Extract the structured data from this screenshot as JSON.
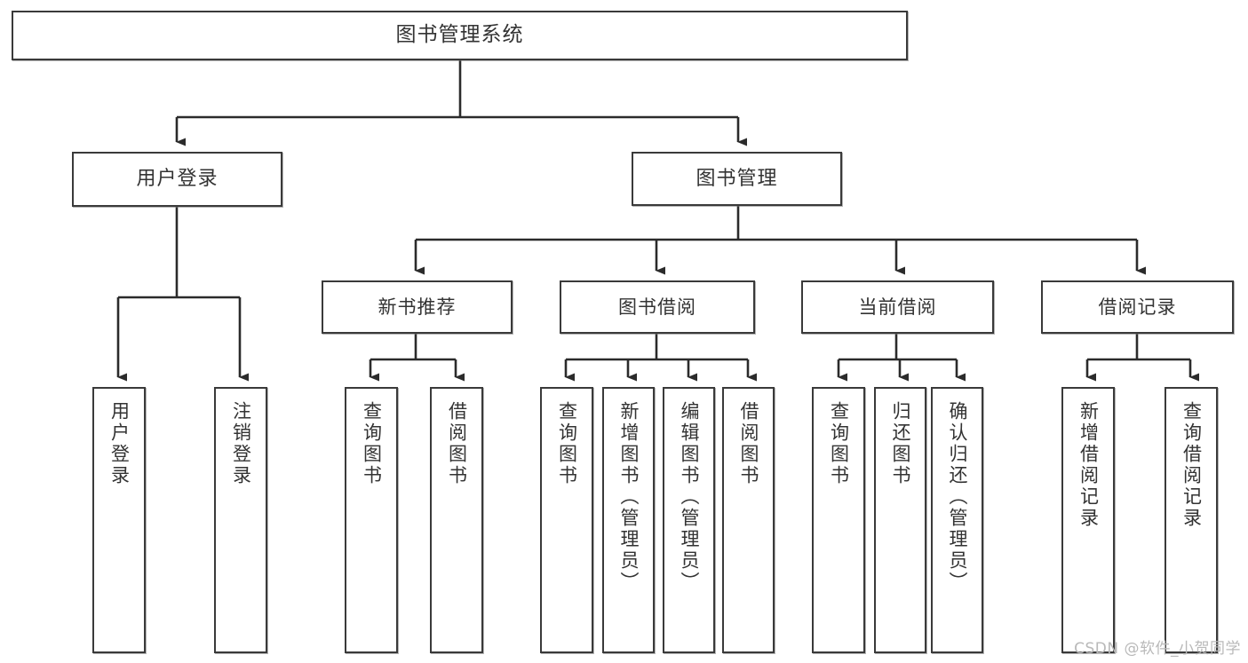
{
  "diagram": {
    "title": "图书管理系统",
    "type": "tree-hierarchy",
    "watermark": "CSDN @软件_小贺同学",
    "colors": {
      "border": "#3a3a3a",
      "text": "#333333",
      "edge": "#2b2b2b",
      "background": "#ffffff",
      "watermark": "#b9b9b9"
    },
    "nodes": {
      "root": {
        "label": "图书管理系统"
      },
      "level2": [
        {
          "id": "user-login",
          "label": "用户登录"
        },
        {
          "id": "book-management",
          "label": "图书管理"
        }
      ],
      "level3": [
        {
          "id": "new-book-recommend",
          "label": "新书推荐"
        },
        {
          "id": "book-borrow",
          "label": "图书借阅"
        },
        {
          "id": "current-borrow",
          "label": "当前借阅"
        },
        {
          "id": "borrow-record",
          "label": "借阅记录"
        }
      ],
      "leaves": {
        "user-login": [
          {
            "id": "leaf-user-login",
            "label": "用户登录"
          },
          {
            "id": "leaf-logout-login",
            "label": "注销登录"
          }
        ],
        "new-book-recommend": [
          {
            "id": "leaf-query-book-1",
            "label": "查询图书"
          },
          {
            "id": "leaf-borrow-book-1",
            "label": "借阅图书"
          }
        ],
        "book-borrow": [
          {
            "id": "leaf-query-book-2",
            "label": "查询图书"
          },
          {
            "id": "leaf-add-book",
            "label": "新增图书（管理员）"
          },
          {
            "id": "leaf-edit-book",
            "label": "编辑图书（管理员）"
          },
          {
            "id": "leaf-borrow-book-2",
            "label": "借阅图书"
          }
        ],
        "current-borrow": [
          {
            "id": "leaf-query-book-3",
            "label": "查询图书"
          },
          {
            "id": "leaf-return-book",
            "label": "归还图书"
          },
          {
            "id": "leaf-confirm-return",
            "label": "确认归还（管理员）"
          }
        ],
        "borrow-record": [
          {
            "id": "leaf-add-record",
            "label": "新增借阅记录"
          },
          {
            "id": "leaf-query-record",
            "label": "查询借阅记录"
          }
        ]
      }
    }
  }
}
